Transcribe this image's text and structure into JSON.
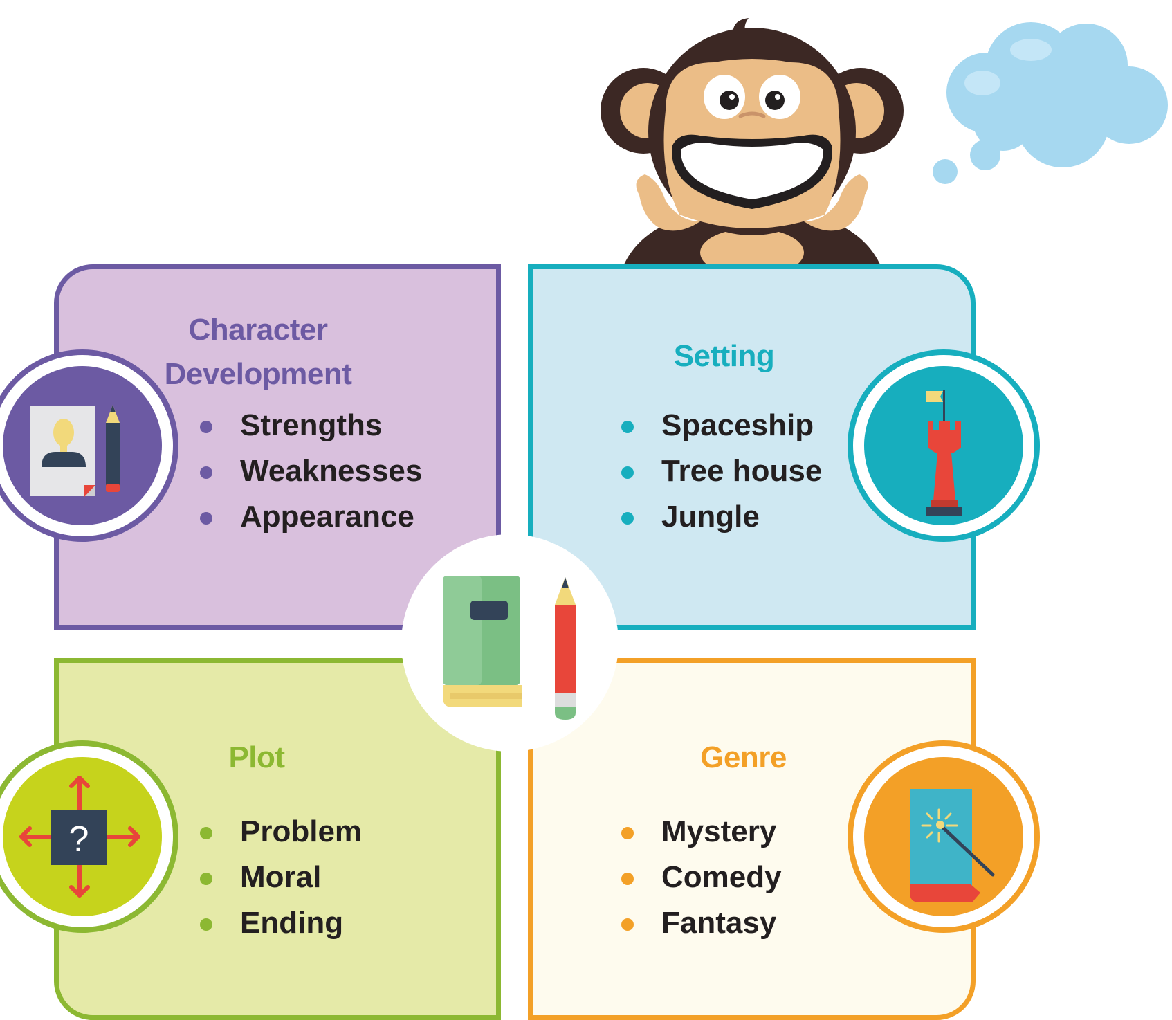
{
  "quadrants": {
    "character": {
      "title_line1": "Character",
      "title_line2": "Development",
      "items": [
        "Strengths",
        "Weaknesses",
        "Appearance"
      ],
      "color": "#6c5aa3",
      "icon": "portrait-and-pencil-icon"
    },
    "setting": {
      "title": "Setting",
      "items": [
        "Spaceship",
        "Tree house",
        "Jungle"
      ],
      "color": "#17aebe",
      "icon": "castle-tower-icon"
    },
    "plot": {
      "title": "Plot",
      "items": [
        "Problem",
        "Moral",
        "Ending"
      ],
      "color": "#8cb832",
      "icon": "question-box-arrows-icon"
    },
    "genre": {
      "title": "Genre",
      "items": [
        "Mystery",
        "Comedy",
        "Fantasy"
      ],
      "color": "#f3a027",
      "icon": "magic-book-wand-icon"
    }
  },
  "center_icon": "notebook-and-pencil-icon",
  "mascot_icon": "monkey-mascot-icon",
  "thought_icon": "thought-cloud-icon"
}
